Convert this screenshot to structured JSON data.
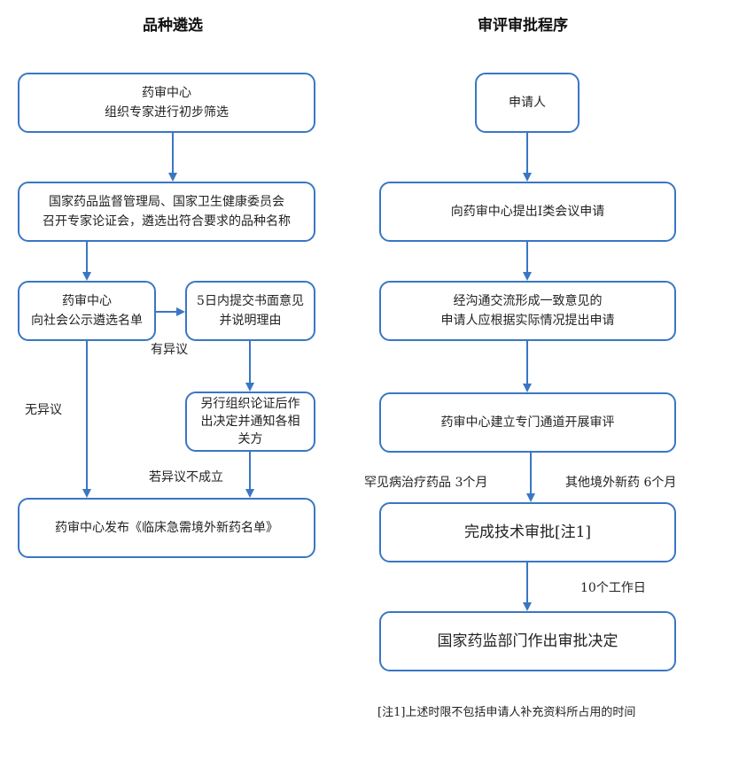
{
  "left": {
    "title": "品种遴选",
    "box1": {
      "line1": "药审中心",
      "line2": "组织专家进行初步筛选"
    },
    "box2": {
      "line1": "国家药品监督管理局、国家卫生健康委员会",
      "line2": "召开专家论证会，遴选出符合要求的品种名称"
    },
    "box3": {
      "line1": "药审中心",
      "line2": "向社会公示遴选名单"
    },
    "box4": {
      "line1": "5日内提交书面意见",
      "line2": "并说明理由"
    },
    "box5": {
      "line1": "另行组织论证后作",
      "line2": "出决定并通知各相",
      "line3": "关方"
    },
    "box6": {
      "line1": "药审中心发布《临床急需境外新药名单》"
    },
    "label_objection": "有异议",
    "label_no_objection": "无异议",
    "label_objection_invalid": "若异议不成立"
  },
  "right": {
    "title": "审评审批程序",
    "box1": {
      "line1": "申请人"
    },
    "box2": {
      "line1": "向药审中心提出Ⅰ类会议申请"
    },
    "box3": {
      "line1": "经沟通交流形成一致意见的",
      "line2": "申请人应根据实际情况提出申请"
    },
    "box4": {
      "line1": "药审中心建立专门通道开展审评"
    },
    "box5": {
      "line1": "完成技术审批[注1]"
    },
    "box6": {
      "line1": "国家药监部门作出审批决定"
    },
    "label_rare": "罕见病治疗药品 3个月",
    "label_other": "其他境外新药 6个月",
    "label_workdays": "10个工作日",
    "footnote": "[注1]上述时限不包括申请人补充资料所占用的时间"
  },
  "colors": {
    "border": "#3a76c4",
    "arrow": "#3a76c4"
  }
}
